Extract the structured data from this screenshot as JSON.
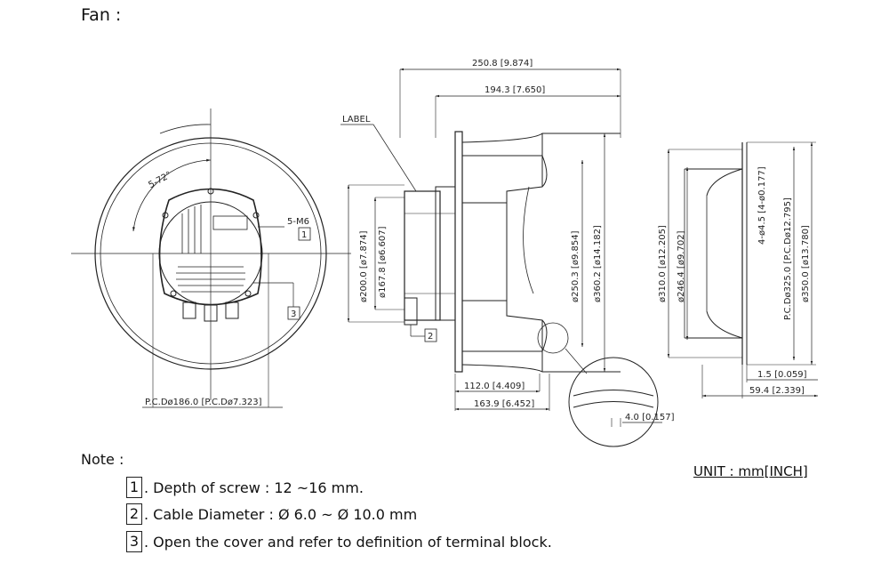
{
  "title": "Fan :",
  "front_view": {
    "angle_label": "5-72°",
    "screw_label": "5-M6",
    "pcd_label": "P.C.Dø186.0 [P.C.Dø7.323]",
    "callout1": "1",
    "callout3": "3"
  },
  "side_view": {
    "label_text": "LABEL",
    "dim_overall": "250.8 [9.874]",
    "dim_body": "194.3 [7.650]",
    "dim_d200": "ø200.0 [ø7.874]",
    "dim_d167": "ø167.8 [ø6.607]",
    "dim_d250": "ø250.3 [ø9.854]",
    "dim_d360": "ø360.2 [ø14.182]",
    "dim_112": "112.0 [4.409]",
    "dim_163": "163.9 [6.452]",
    "dim_4": "4.0 [0.157]",
    "callout2": "2"
  },
  "ring_view": {
    "dim_d310": "ø310.0 [ø12.205]",
    "dim_d246": "ø246.4 [ø9.702]",
    "dim_holes": "4-ø4.5 [4-ø0.177]",
    "dim_pcd325": "P.C.Dø325.0 [P.C.Dø12.795]",
    "dim_d350": "ø350.0 [ø13.780]",
    "dim_1_5": "1.5 [0.059]",
    "dim_59_4": "59.4 [2.339]"
  },
  "notes": {
    "heading": "Note :",
    "items": [
      {
        "num": "1",
        "text": ". Depth of screw : 12 ~16 mm."
      },
      {
        "num": "2",
        "text": ". Cable Diameter : Ø 6.0 ~ Ø 10.0 mm"
      },
      {
        "num": "3",
        "text": ". Open the cover and refer to definition of terminal block."
      }
    ]
  },
  "unit": "UNIT : mm[INCH]"
}
